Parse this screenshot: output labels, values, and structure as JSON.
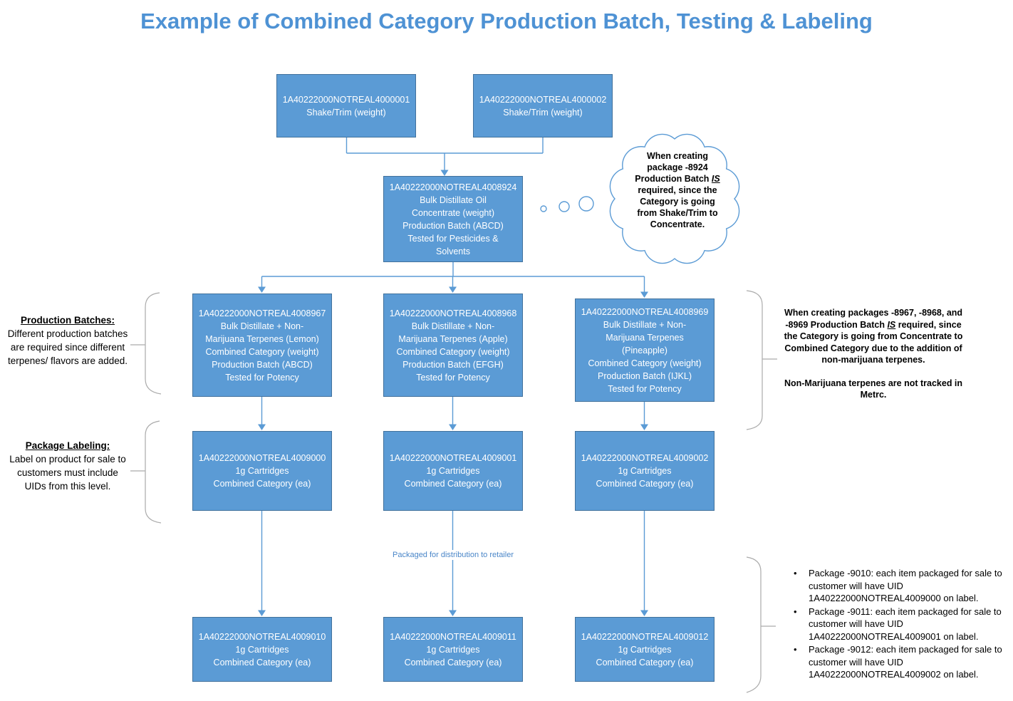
{
  "title": "Example of Combined Category Production Batch, Testing & Labeling",
  "colors": {
    "accent_blue": "#5B9BD5",
    "box_border": "#41719C",
    "brace_gray": "#ABABAB",
    "title_blue": "#4E92D4"
  },
  "boxes": {
    "shake_trim_1": "1A40222000NOTREAL4000001\nShake/Trim (weight)",
    "shake_trim_2": "1A40222000NOTREAL4000002\nShake/Trim (weight)",
    "bulk_concentrate": "1A40222000NOTREAL4008924\nBulk Distillate Oil\nConcentrate (weight)\nProduction Batch (ABCD)\nTested for Pesticides &\nSolvents",
    "combined_lemon": "1A40222000NOTREAL4008967\nBulk Distillate + Non-\nMarijuana Terpenes (Lemon)\nCombined Category (weight)\nProduction Batch (ABCD)\nTested for Potency",
    "combined_apple": "1A40222000NOTREAL4008968\nBulk Distillate + Non-\nMarijuana Terpenes (Apple)\nCombined Category (weight)\nProduction Batch (EFGH)\nTested for Potency",
    "combined_pineapple": "1A40222000NOTREAL4008969\nBulk Distillate + Non-\nMarijuana Terpenes\n(Pineapple)\nCombined Category (weight)\nProduction Batch (IJKL)\nTested for Potency",
    "cartridges_9000": "1A40222000NOTREAL4009000\n1g Cartridges\nCombined Category (ea)",
    "cartridges_9001": "1A40222000NOTREAL4009001\n1g Cartridges\nCombined Category (ea)",
    "cartridges_9002": "1A40222000NOTREAL4009002\n1g Cartridges\nCombined Category (ea)",
    "retail_9010": "1A40222000NOTREAL4009010\n1g Cartridges\nCombined Category (ea)",
    "retail_9011": "1A40222000NOTREAL4009011\n1g Cartridges\nCombined Category (ea)",
    "retail_9012": "1A40222000NOTREAL4009012\n1g Cartridges\nCombined Category (ea)"
  },
  "cloud": {
    "pre": "When creating\npackage -8924\nProduction Batch ",
    "emphasis": "IS",
    "post": " required, since the\nCategory is going\nfrom Shake/Trim to\nConcentrate."
  },
  "annotations": {
    "production_batches": {
      "heading": "Production Batches:",
      "body": "Different production batches are required since different terpenes/ flavors are added."
    },
    "package_labeling": {
      "heading": "Package Labeling:",
      "body": "Label on product for sale to customers must include UIDs from this level."
    },
    "right_note": {
      "pre": "When creating packages -8967, -8968, and -8969 Production Batch ",
      "emphasis": "IS",
      "post": " required, since the Category is going from Concentrate to Combined Category due to the addition of non-marijuana terpenes.",
      "footer": "Non-Marijuana terpenes are not tracked in Metrc."
    }
  },
  "flow_label": "Packaged for distribution to retailer",
  "bullets": {
    "glyph": "•",
    "items": [
      "Package -9010: each item packaged for sale to customer will have UID 1A40222000NOTREAL4009000 on label.",
      "Package -9011: each item packaged for sale to customer will have UID 1A40222000NOTREAL4009001 on label.",
      "Package -9012: each item packaged for sale to customer will have UID 1A40222000NOTREAL4009002 on label."
    ]
  }
}
